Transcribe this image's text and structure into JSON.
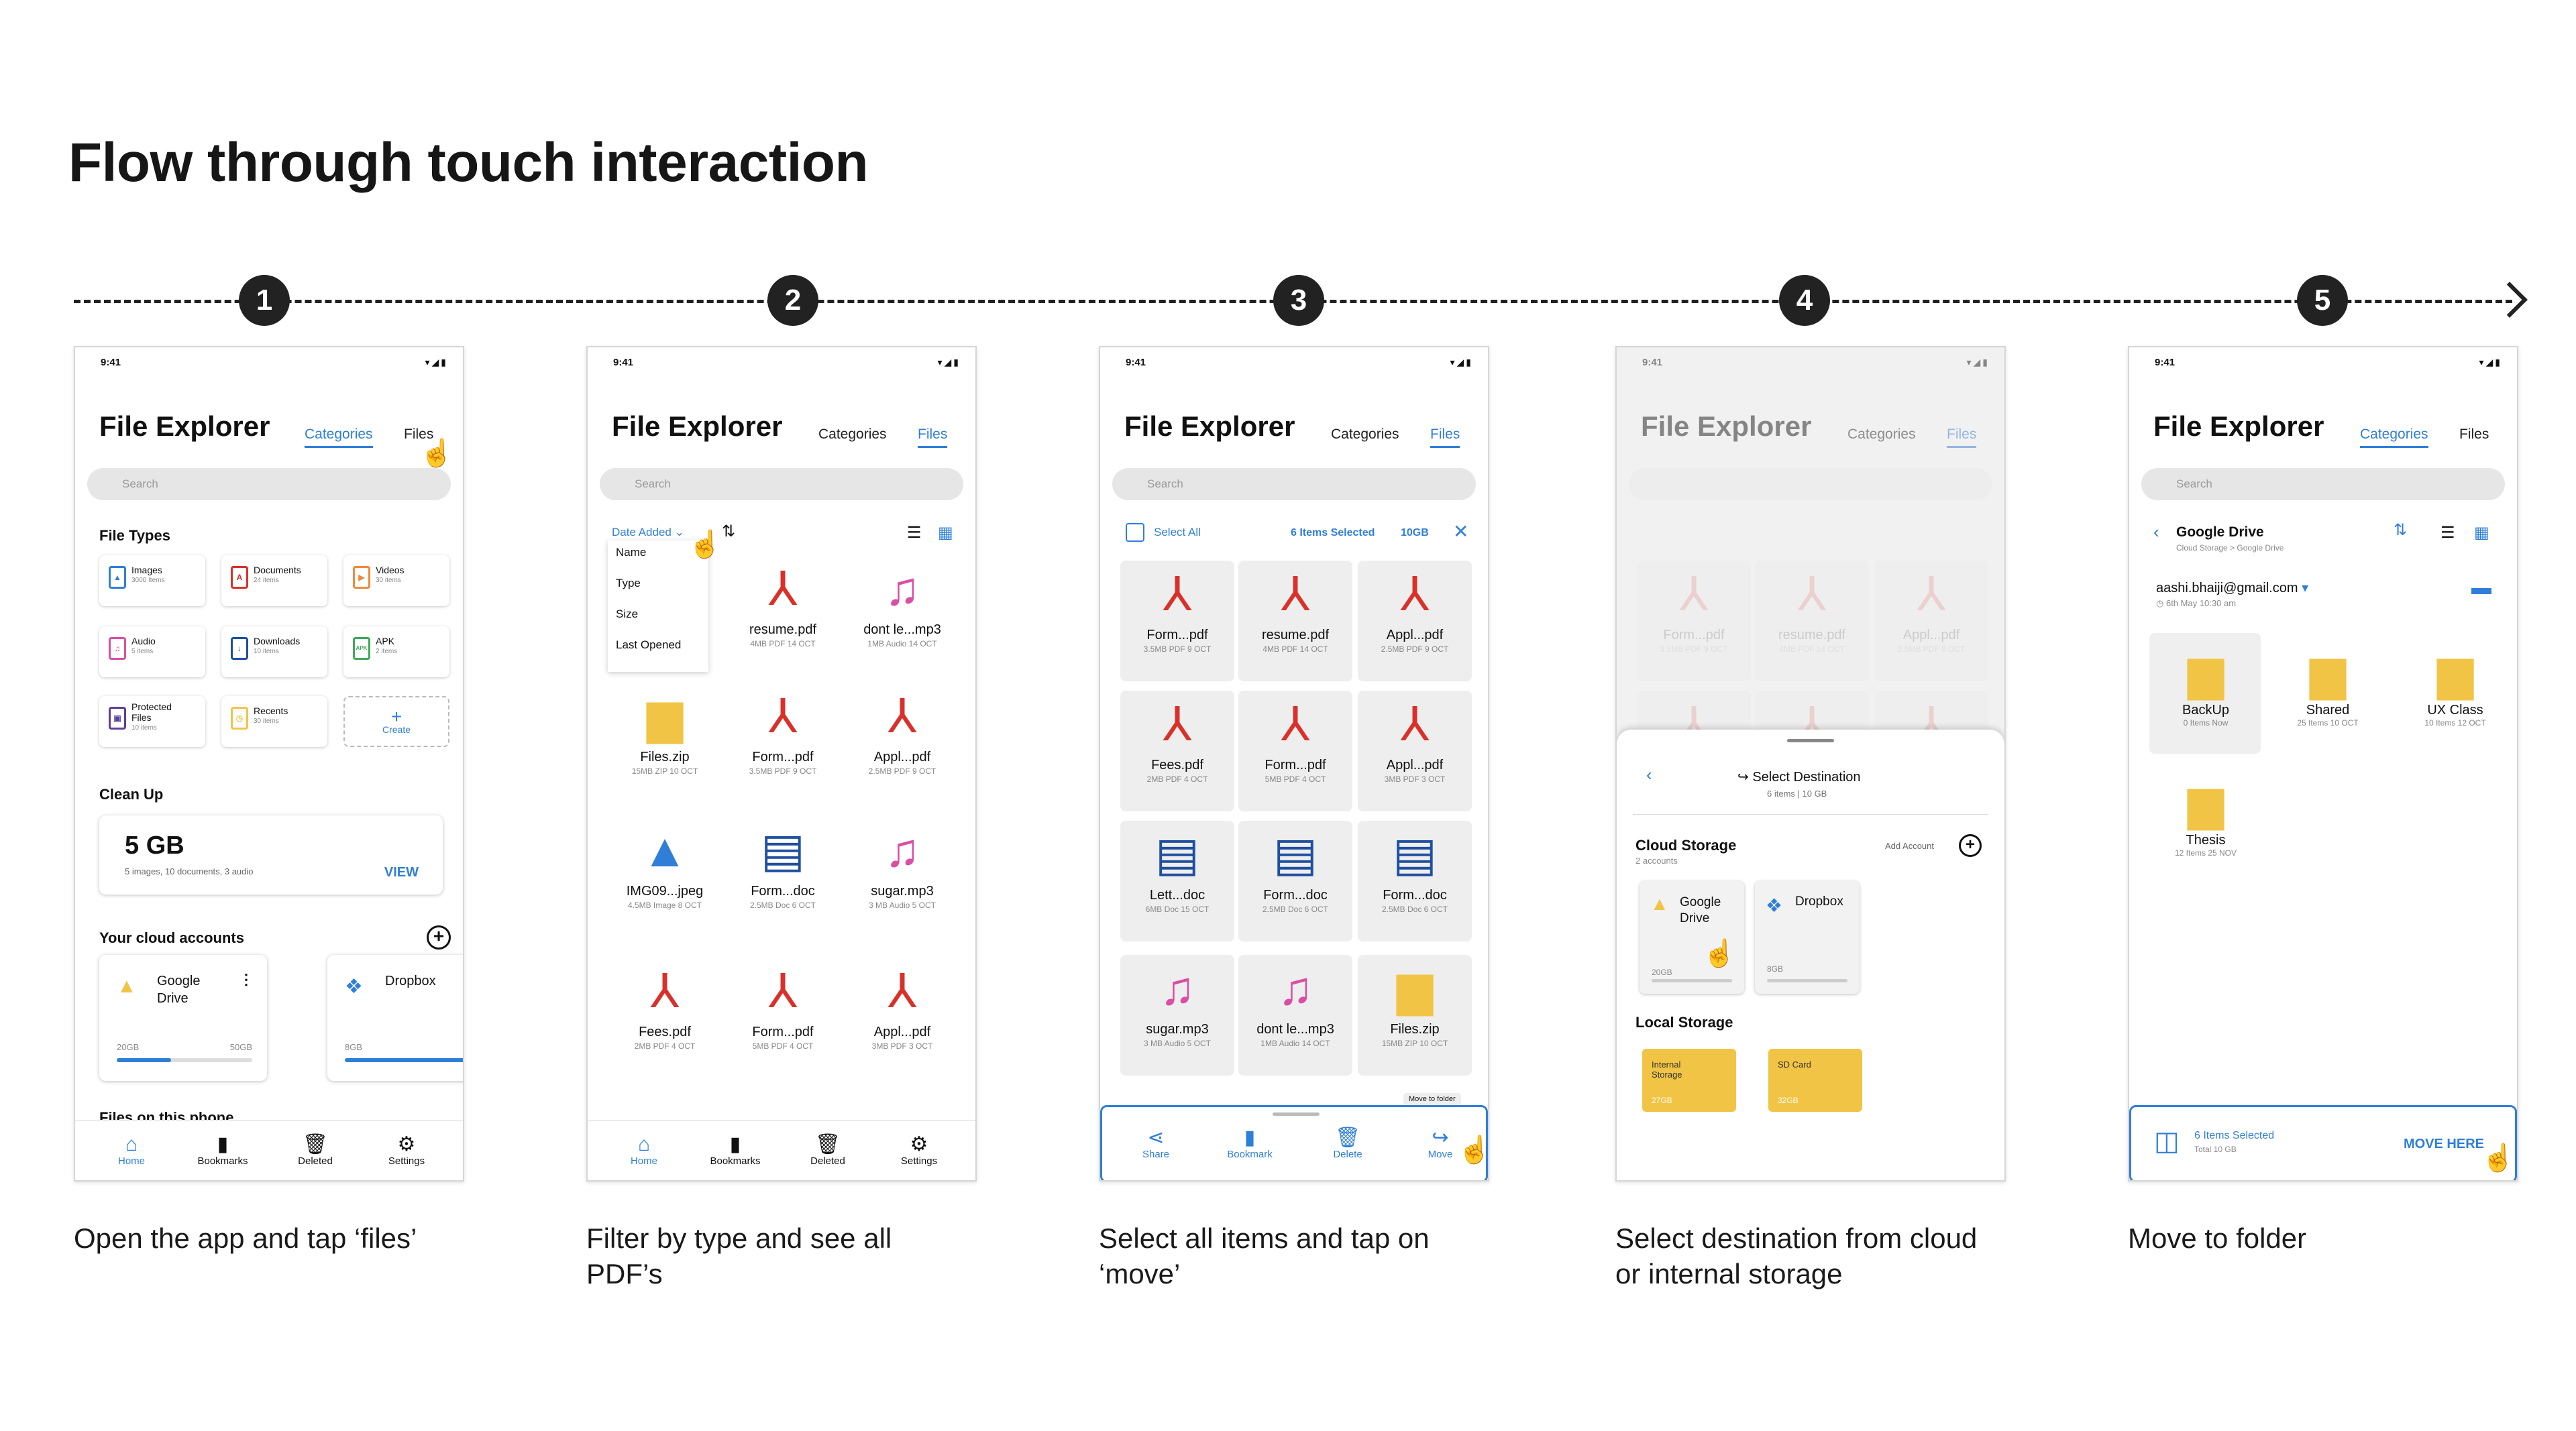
{
  "heading": "Flow through touch interaction",
  "steps": [
    {
      "num": "1",
      "caption": "Open the app and tap ‘files’"
    },
    {
      "num": "2",
      "caption": "Filter by type and see all PDF’s"
    },
    {
      "num": "3",
      "caption": "Select all items and tap on ‘move’"
    },
    {
      "num": "4",
      "caption": "Select destination from cloud or internal storage"
    },
    {
      "num": "5",
      "caption": "Move to folder"
    }
  ],
  "phone": {
    "time": "9:41",
    "app_title": "File Explorer",
    "tab_categories": "Categories",
    "tab_files": "Files",
    "search_placeholder": "Search"
  },
  "nav": {
    "home": "Home",
    "bookmarks": "Bookmarks",
    "deleted": "Deleted",
    "settings": "Settings"
  },
  "s1": {
    "file_types_title": "File Types",
    "types": [
      {
        "label": "Images",
        "sub": "3000 Items"
      },
      {
        "label": "Documents",
        "sub": "24 items"
      },
      {
        "label": "Videos",
        "sub": "30 items"
      },
      {
        "label": "Audio",
        "sub": "5 items"
      },
      {
        "label": "Downloads",
        "sub": "10 items"
      },
      {
        "label": "APK",
        "sub": "2 items"
      },
      {
        "label": "Protected Files",
        "sub": "10 items"
      },
      {
        "label": "Recents",
        "sub": "30 items"
      },
      {
        "label": "Create",
        "sub": ""
      }
    ],
    "cleanup_title": "Clean Up",
    "cleanup_size": "5 GB",
    "cleanup_desc": "5 images, 10 documents, 3 audio",
    "cleanup_action": "VIEW",
    "cloud_title": "Your cloud accounts",
    "gdrive": "Google Drive",
    "gdrive_used": "20GB",
    "gdrive_total": "50GB",
    "gdrive_fill": 0.4,
    "dropbox": "Dropbox",
    "dropbox_used": "8GB",
    "phone_files_title": "Files on this phone"
  },
  "s2": {
    "sort_label": "Date Added",
    "sort_options": [
      "Name",
      "Type",
      "Size",
      "Last Opened"
    ],
    "files": [
      {
        "name": "resume.pdf",
        "sub": "4MB PDF  14 OCT",
        "kind": "pdf"
      },
      {
        "name": "dont le...mp3",
        "sub": "1MB Audio  14 OCT",
        "kind": "mus"
      },
      {
        "name": "Files.zip",
        "sub": "15MB ZIP  10 OCT",
        "kind": "zip"
      },
      {
        "name": "Form...pdf",
        "sub": "3.5MB PDF  9 OCT",
        "kind": "pdf"
      },
      {
        "name": "Appl...pdf",
        "sub": "2.5MB PDF  9 OCT",
        "kind": "pdf"
      },
      {
        "name": "IMG09...jpeg",
        "sub": "4.5MB Image  8 OCT",
        "kind": "img"
      },
      {
        "name": "Form...doc",
        "sub": "2.5MB Doc  6 OCT",
        "kind": "doc"
      },
      {
        "name": "sugar.mp3",
        "sub": "3 MB Audio  5 OCT",
        "kind": "mus"
      },
      {
        "name": "Fees.pdf",
        "sub": "2MB PDF  4 OCT",
        "kind": "pdf"
      },
      {
        "name": "Form...pdf",
        "sub": "5MB PDF  4 OCT",
        "kind": "pdf"
      },
      {
        "name": "Appl...pdf",
        "sub": "3MB PDF  3 OCT",
        "kind": "pdf"
      }
    ]
  },
  "s3": {
    "select_all": "Select All",
    "selected": "6 Items Selected",
    "size": "10GB",
    "files": [
      {
        "name": "Form...pdf",
        "sub": "3.5MB PDF  9 OCT",
        "kind": "pdf"
      },
      {
        "name": "resume.pdf",
        "sub": "4MB PDF  14 OCT",
        "kind": "pdf"
      },
      {
        "name": "Appl...pdf",
        "sub": "2.5MB PDF  9 OCT",
        "kind": "pdf"
      },
      {
        "name": "Fees.pdf",
        "sub": "2MB PDF  4 OCT",
        "kind": "pdf"
      },
      {
        "name": "Form...pdf",
        "sub": "5MB PDF  4 OCT",
        "kind": "pdf"
      },
      {
        "name": "Appl...pdf",
        "sub": "3MB PDF  3 OCT",
        "kind": "pdf"
      },
      {
        "name": "Lett...doc",
        "sub": "6MB Doc  15 OCT",
        "kind": "doc"
      },
      {
        "name": "Form...doc",
        "sub": "2.5MB Doc  6 OCT",
        "kind": "doc"
      },
      {
        "name": "Form...doc",
        "sub": "2.5MB Doc  6 OCT",
        "kind": "doc"
      },
      {
        "name": "sugar.mp3",
        "sub": "3 MB Audio  5 OCT",
        "kind": "mus"
      },
      {
        "name": "dont le...mp3",
        "sub": "1MB Audio  14 OCT",
        "kind": "mus"
      },
      {
        "name": "Files.zip",
        "sub": "15MB ZIP  10 OCT",
        "kind": "zip"
      }
    ],
    "tooltip": "Move to folder",
    "actions": [
      "Share",
      "Bookmark",
      "Delete",
      "Move"
    ]
  },
  "s4": {
    "sheet_title": "Select Destination",
    "sheet_sub": "6 items  |  10 GB",
    "cloud_title": "Cloud Storage",
    "cloud_sub": "2 accounts",
    "add_account": "Add Account",
    "gdrive": "Google Drive",
    "gdrive_used": "20GB",
    "dropbox": "Dropbox",
    "dropbox_used": "8GB",
    "local_title": "Local Storage",
    "internal": "Internal Storage",
    "internal_size": "27GB",
    "sdcard": "SD Card",
    "sdcard_size": "32GB"
  },
  "s5": {
    "folder_title": "Google Drive",
    "crumb": "Cloud Storage  >  Google Drive",
    "account": "aashi.bhaiji@gmail.com",
    "date": "6th May 10:30 am",
    "folders": [
      {
        "name": "BackUp",
        "sub": "0 Items Now"
      },
      {
        "name": "Shared",
        "sub": "25 Items 10 OCT"
      },
      {
        "name": "UX Class",
        "sub": "10 Items 12 OCT"
      },
      {
        "name": "Thesis",
        "sub": "12 Items 25 NOV"
      }
    ],
    "move_selected": "6 Items Selected",
    "move_total": "Total 10 GB",
    "move_action": "MOVE HERE"
  }
}
